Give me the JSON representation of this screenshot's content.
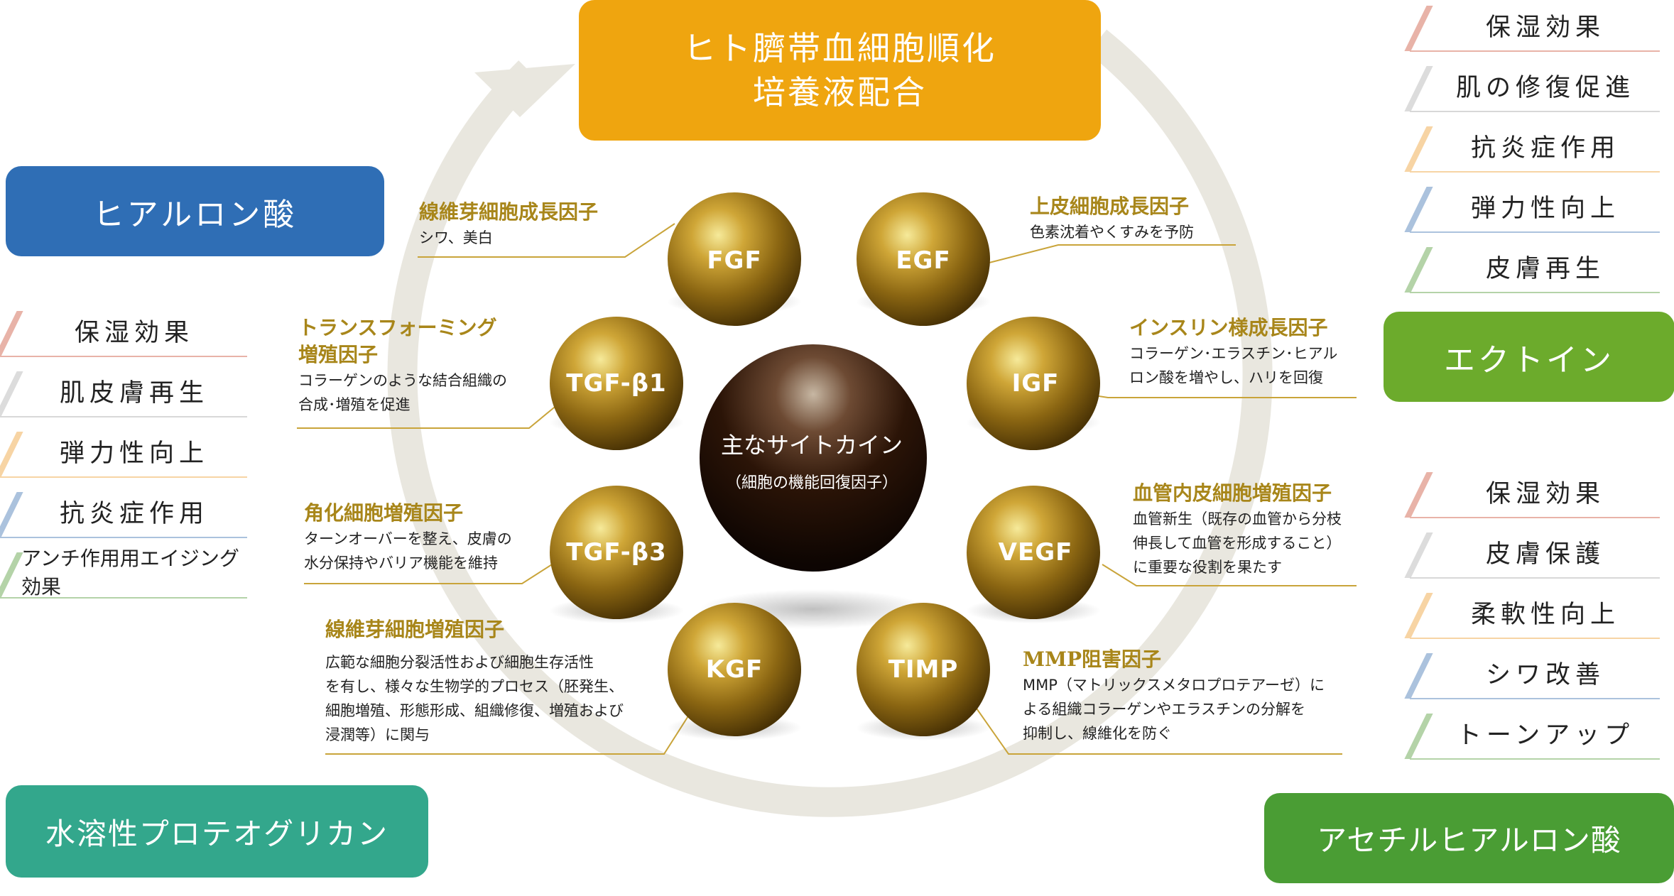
{
  "top_box": {
    "line1": "ヒト臍帯血細胞順化",
    "line2": "培養液配合"
  },
  "ingredients": {
    "hyaluronic": "ヒアルロン酸",
    "ectoin": "エクトイン",
    "proteoglycan": "水溶性プロテオグリカン",
    "acetyl_hyaluronic": "アセチルヒアルロン酸"
  },
  "benefits": {
    "top_right": [
      "保湿効果",
      "肌の修復促進",
      "抗炎症作用",
      "弾力性向上",
      "皮膚再生"
    ],
    "left": [
      "保湿効果",
      "肌皮膚再生",
      "弾力性向上",
      "抗炎症作用",
      "アンチ作用用エイジング効果"
    ],
    "right": [
      "保湿効果",
      "皮膚保護",
      "柔軟性向上",
      "シワ改善",
      "トーンアップ"
    ],
    "bar_colors": [
      "#e8b3a8",
      "#dcdcdc",
      "#f7d4a4",
      "#abc2dd",
      "#b4d3a8"
    ],
    "line_colors": [
      "#e8b3a8",
      "#d8d8d8",
      "#f7d4a4",
      "#abc2dd",
      "#b4d3a8"
    ]
  },
  "center": {
    "title": "主なサイトカイン",
    "subtitle": "（細胞の機能回復因子）"
  },
  "cytokines": [
    {
      "id": "fgf",
      "label": "FGF"
    },
    {
      "id": "egf",
      "label": "EGF"
    },
    {
      "id": "tgfb1",
      "label": "TGF-β1"
    },
    {
      "id": "igf",
      "label": "IGF"
    },
    {
      "id": "tgfb3",
      "label": "TGF-β3"
    },
    {
      "id": "vegf",
      "label": "VEGF"
    },
    {
      "id": "kgf",
      "label": "KGF"
    },
    {
      "id": "timp",
      "label": "TIMP"
    }
  ],
  "annotations": {
    "fgf": {
      "title": "線維芽細胞成長因子",
      "desc": "シワ、美白"
    },
    "egf": {
      "title": "上皮細胞成長因子",
      "desc": "色素沈着やくすみを予防"
    },
    "tgfb1": {
      "title1": "トランスフォーミング",
      "title2": "増殖因子",
      "desc": "コラーゲンのような結合組織の\n合成･増殖を促進"
    },
    "igf": {
      "title": "インスリン様成長因子",
      "desc": "コラーゲン･エラスチン･ヒアル\nロン酸を増やし、ハリを回復"
    },
    "tgfb3": {
      "title": "角化細胞増殖因子",
      "desc": "ターンオーバーを整え、皮膚の\n水分保持やバリア機能を維持"
    },
    "vegf": {
      "title": "血管内皮細胞増殖因子",
      "desc": "血管新生（既存の血管から分枝\n伸長して血管を形成すること）\nに重要な役割を果たす"
    },
    "kgf": {
      "title": "線維芽細胞増殖因子",
      "desc": "広範な細胞分裂活性および細胞生存活性\nを有し、様々な生物学的プロセス（胚発生、\n細胞増殖、形態形成、組織修復、増殖および\n浸潤等）に関与"
    },
    "timp": {
      "title": "MMP阻害因子",
      "desc": "MMP（マトリックスメタロプロテアーゼ）に\nよる組織コラーゲンやエラスチンの分解を\n抑制し、線維化を防ぐ"
    }
  }
}
